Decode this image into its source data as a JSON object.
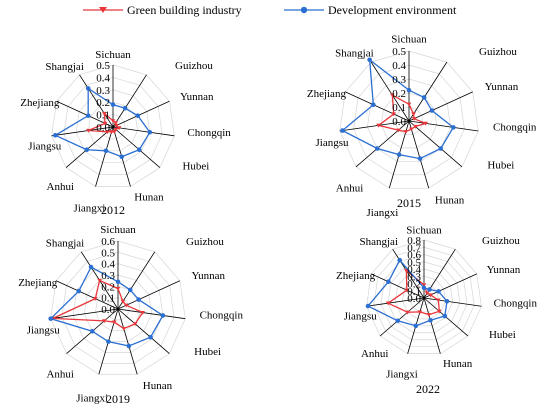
{
  "legend": [
    {
      "label": "Green building industry",
      "color": "#e8363a",
      "marker": "triangle-down"
    },
    {
      "label": "Development environment",
      "color": "#2b6fd1",
      "marker": "circle"
    }
  ],
  "chart_data": [
    {
      "type": "radar",
      "title": "2012",
      "axes": [
        "Sichuan",
        "Guizhou",
        "Yunnan",
        "Chongqin",
        "Hubei",
        "Hunan",
        "Jiangxi",
        "Anhui",
        "Jiangsu",
        "Zhejiang",
        "Shangjai"
      ],
      "ticks": [
        "0.0",
        "0.1",
        "0.2",
        "0.3",
        "0.4",
        "0.5"
      ],
      "rmax": 0.5,
      "series": [
        {
          "name": "Green building industry",
          "values": [
            0.05,
            0.04,
            0.03,
            0.05,
            0.03,
            0.04,
            0.04,
            0.06,
            0.2,
            0.07,
            0.13
          ]
        },
        {
          "name": "Development environment",
          "values": [
            0.18,
            0.18,
            0.22,
            0.3,
            0.28,
            0.25,
            0.2,
            0.28,
            0.47,
            0.22,
            0.37
          ]
        }
      ]
    },
    {
      "type": "radar",
      "title": "2015",
      "axes": [
        "Sichuan",
        "Guizhou",
        "Yunnan",
        "Chongqin",
        "Hubei",
        "Hunan",
        "Jiangxi",
        "Anhui",
        "Jiangsu",
        "Zhejiang",
        "Shangjai"
      ],
      "ticks": [
        "0.0",
        "0.1",
        "0.2",
        "0.3",
        "0.4",
        "0.5"
      ],
      "rmax": 0.5,
      "series": [
        {
          "name": "Green building industry",
          "values": [
            0.12,
            0.06,
            0.04,
            0.12,
            0.06,
            0.06,
            0.08,
            0.1,
            0.22,
            0.12,
            0.22
          ]
        },
        {
          "name": "Development environment",
          "values": [
            0.22,
            0.2,
            0.18,
            0.32,
            0.3,
            0.28,
            0.25,
            0.3,
            0.48,
            0.28,
            0.52
          ]
        }
      ]
    },
    {
      "type": "radar",
      "title": "2019",
      "axes": [
        "Sichuan",
        "Guizhou",
        "Yunnan",
        "Chongqin",
        "Hubei",
        "Hunan",
        "Jiangxi",
        "Anhui",
        "Jiangsu",
        "Zhejiang",
        "Shangjai"
      ],
      "ticks": [
        "0.0",
        "0.1",
        "0.2",
        "0.3",
        "0.4",
        "0.5",
        "0.6"
      ],
      "rmax": 0.6,
      "series": [
        {
          "name": "Green building industry",
          "values": [
            0.18,
            0.08,
            0.08,
            0.22,
            0.2,
            0.18,
            0.12,
            0.16,
            0.58,
            0.22,
            0.3
          ]
        },
        {
          "name": "Development environment",
          "values": [
            0.24,
            0.2,
            0.2,
            0.4,
            0.38,
            0.34,
            0.3,
            0.3,
            0.6,
            0.38,
            0.44
          ]
        }
      ]
    },
    {
      "type": "radar",
      "title": "2022",
      "axes": [
        "Sichuan",
        "Guizhou",
        "Yunnan",
        "Chongqin",
        "Hubei",
        "Hunan",
        "Jiangxi",
        "Anhui",
        "Jiangsu",
        "Zhejiang",
        "Shangjai"
      ],
      "ticks": [
        "0.0",
        "0.1",
        "0.2",
        "0.3",
        "0.4",
        "0.5",
        "0.6",
        "0.7",
        "0.8"
      ],
      "rmax": 0.8,
      "series": [
        {
          "name": "Green building industry",
          "values": [
            0.18,
            0.08,
            0.1,
            0.2,
            0.28,
            0.24,
            0.2,
            0.3,
            0.5,
            0.26,
            0.45
          ]
        },
        {
          "name": "Development environment",
          "values": [
            0.14,
            0.14,
            0.22,
            0.32,
            0.38,
            0.32,
            0.4,
            0.48,
            0.78,
            0.54,
            0.62
          ]
        }
      ]
    }
  ]
}
